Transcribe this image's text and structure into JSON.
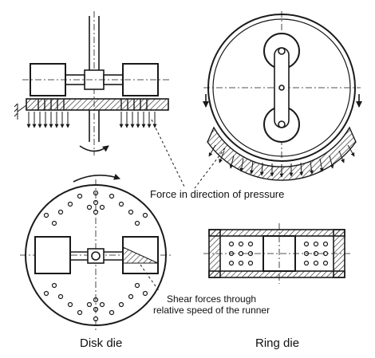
{
  "labels": {
    "force_pressure": "Force in direction of pressure",
    "shear_line1": "Shear forces through",
    "shear_line2": "relative speed of the runner",
    "disk_die": "Disk die",
    "ring_die": "Ring die"
  },
  "colors": {
    "ink": "#1a1a1a",
    "background": "#ffffff"
  }
}
